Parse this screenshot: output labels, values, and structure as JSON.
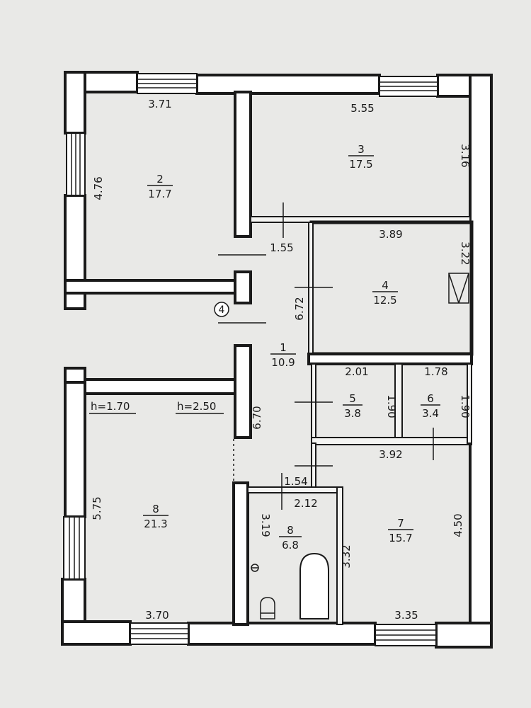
{
  "rooms": [
    {
      "id": "r2",
      "number": "2",
      "area": "17.7"
    },
    {
      "id": "r3",
      "number": "3",
      "area": "17.5"
    },
    {
      "id": "r4",
      "number": "4",
      "area": "12.5"
    },
    {
      "id": "r1",
      "number": "1",
      "area": "10.9"
    },
    {
      "id": "r5",
      "number": "5",
      "area": "3.8"
    },
    {
      "id": "r6",
      "number": "6",
      "area": "3.4"
    },
    {
      "id": "r7",
      "number": "7",
      "area": "15.7"
    },
    {
      "id": "r8a",
      "number": "8",
      "area": "21.3"
    },
    {
      "id": "r8b",
      "number": "8",
      "area": "6.8"
    }
  ],
  "dimensions": {
    "d_371": "3.71",
    "d_476": "4.76",
    "d_555": "5.55",
    "d_316": "3.16",
    "d_155": "1.55",
    "d_389": "3.89",
    "d_322": "3.22",
    "d_672": "6.72",
    "d_201": "2.01",
    "d_178": "1.78",
    "d_190a": "1.90",
    "d_190b": "1.90",
    "d_392": "3.92",
    "d_670": "6.70",
    "d_154": "1.54",
    "d_212": "2.12",
    "d_319": "3.19",
    "d_332": "3.32",
    "d_450": "4.50",
    "d_575": "5.75",
    "d_370": "3.70",
    "d_335": "3.35"
  },
  "heights": {
    "h1": "h=1.70",
    "h2": "h=2.50"
  },
  "markers": {
    "section": "4"
  }
}
